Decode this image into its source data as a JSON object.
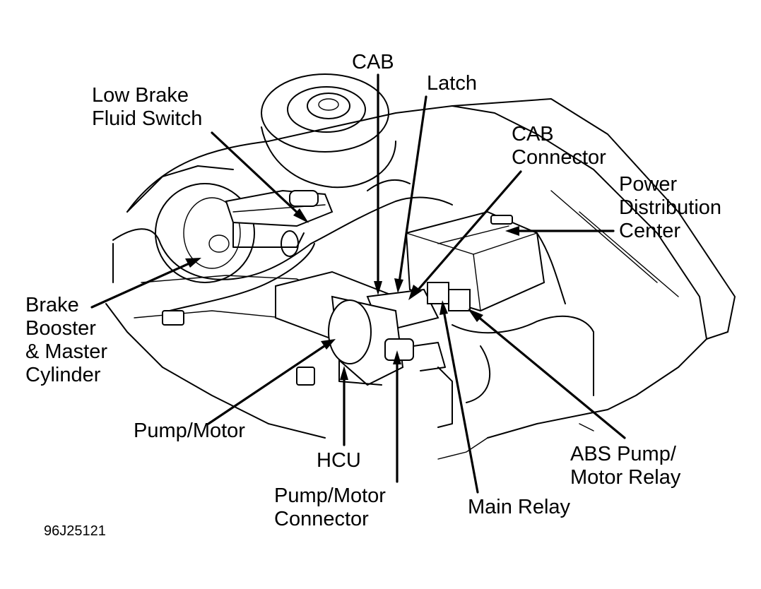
{
  "figure": {
    "id_code": "96J25121",
    "subject": "ABS component locations in engine compartment",
    "colors": {
      "line": "#000000",
      "background": "#ffffff"
    }
  },
  "labels": {
    "cab": "CAB",
    "latch": "Latch",
    "low_brake_fluid_switch": "Low Brake\nFluid Switch",
    "cab_connector": "CAB\nConnector",
    "power_distribution_center": "Power\nDistribution\nCenter",
    "brake_booster_master_cylinder": "Brake\nBooster\n& Master\nCylinder",
    "pump_motor": "Pump/Motor",
    "hcu": "HCU",
    "pump_motor_connector": "Pump/Motor\nConnector",
    "main_relay": "Main Relay",
    "abs_pump_motor_relay": "ABS Pump/\nMotor Relay"
  }
}
